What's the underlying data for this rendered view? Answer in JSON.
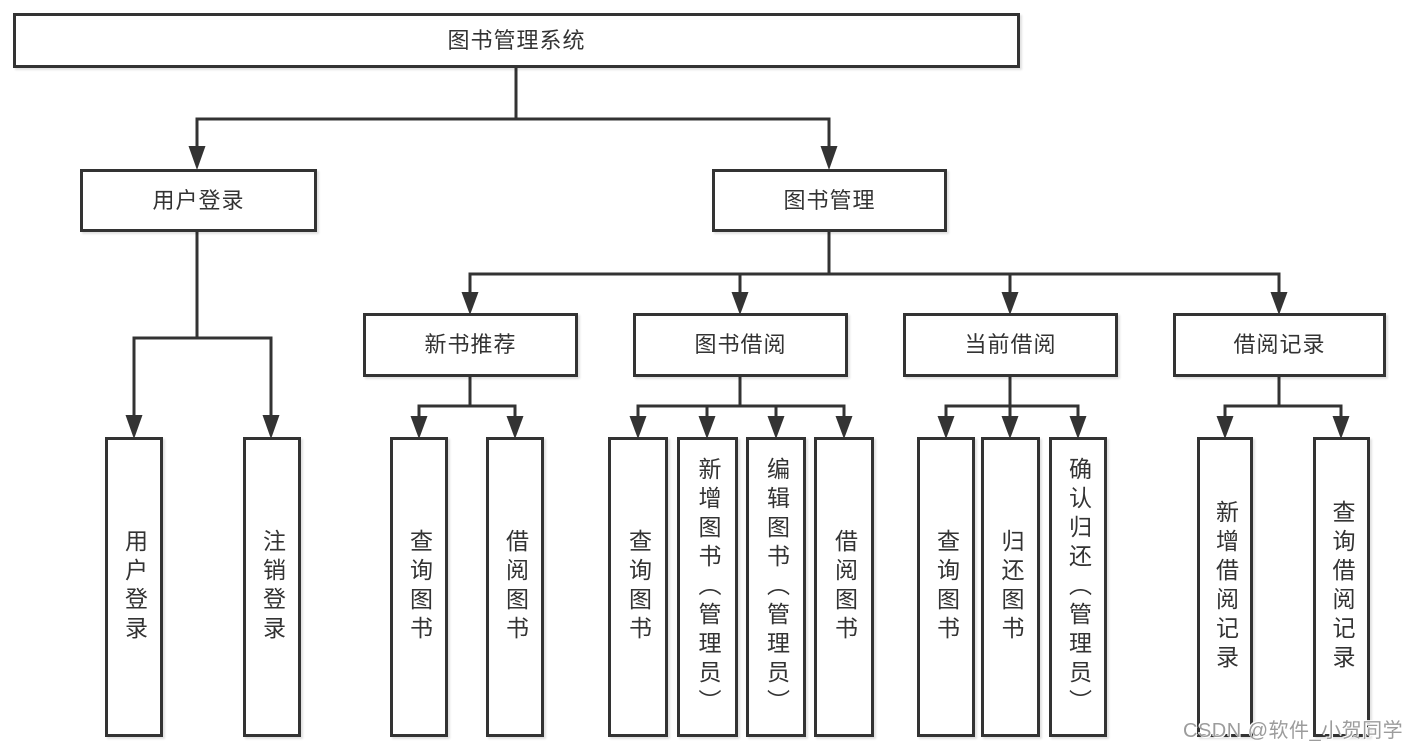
{
  "diagram": {
    "title_note": "functional structure chart",
    "root": {
      "label": "图书管理系统"
    },
    "level2": [
      {
        "label": "用户登录"
      },
      {
        "label": "图书管理"
      }
    ],
    "level3": [
      {
        "label": "新书推荐"
      },
      {
        "label": "图书借阅"
      },
      {
        "label": "当前借阅"
      },
      {
        "label": "借阅记录"
      }
    ],
    "leaves": {
      "user": [
        {
          "label": "用户登录"
        },
        {
          "label": "注销登录"
        }
      ],
      "newbook": [
        {
          "label": "查询图书"
        },
        {
          "label": "借阅图书"
        }
      ],
      "borrow": [
        {
          "label": "查询图书"
        },
        {
          "label": "新增图书（管理员）"
        },
        {
          "label": "编辑图书（管理员）"
        },
        {
          "label": "借阅图书"
        }
      ],
      "current": [
        {
          "label": "查询图书"
        },
        {
          "label": "归还图书"
        },
        {
          "label": "确认归还（管理员）"
        }
      ],
      "records": [
        {
          "label": "新增借阅记录"
        },
        {
          "label": "查询借阅记录"
        }
      ]
    }
  },
  "watermark": {
    "text": "CSDN @软件_小贺同学"
  },
  "colors": {
    "line": "#333333",
    "box_border": "#333333",
    "text": "#333333",
    "watermark": "#9c9c9c",
    "background": "#ffffff"
  }
}
